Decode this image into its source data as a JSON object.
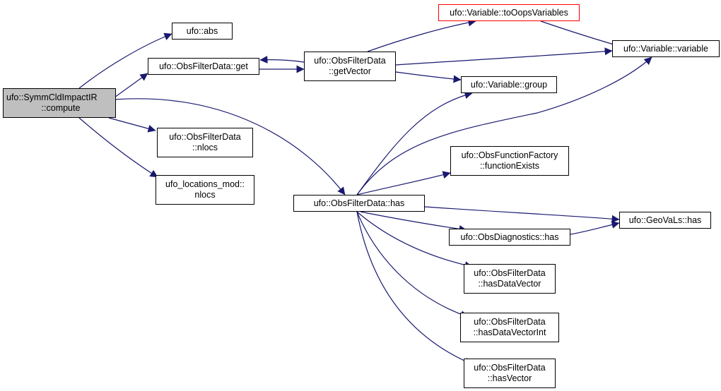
{
  "colors": {
    "edge": "#191970",
    "root_fill": "#bfbfbf",
    "highlight_border": "#ff0000"
  },
  "nodes": [
    {
      "id": "root",
      "lines": [
        "ufo::SymmCldImpactIR",
        "::compute"
      ],
      "style": "root"
    },
    {
      "id": "abs",
      "lines": [
        "ufo::abs"
      ]
    },
    {
      "id": "get",
      "lines": [
        "ufo::ObsFilterData::get"
      ]
    },
    {
      "id": "nlocs",
      "lines": [
        "ufo::ObsFilterData",
        "::nlocs"
      ]
    },
    {
      "id": "locnlocs",
      "lines": [
        "ufo_locations_mod::",
        "nlocs"
      ]
    },
    {
      "id": "getVector",
      "lines": [
        "ufo::ObsFilterData",
        "::getVector"
      ]
    },
    {
      "id": "has",
      "lines": [
        "ufo::ObsFilterData::has"
      ]
    },
    {
      "id": "toOops",
      "lines": [
        "ufo::Variable::toOopsVariables"
      ],
      "style": "red"
    },
    {
      "id": "group",
      "lines": [
        "ufo::Variable::group"
      ]
    },
    {
      "id": "funcExists",
      "lines": [
        "ufo::ObsFunctionFactory",
        "::functionExists"
      ]
    },
    {
      "id": "diagHas",
      "lines": [
        "ufo::ObsDiagnostics::has"
      ]
    },
    {
      "id": "hasDV",
      "lines": [
        "ufo::ObsFilterData",
        "::hasDataVector"
      ]
    },
    {
      "id": "hasDVI",
      "lines": [
        "ufo::ObsFilterData",
        "::hasDataVectorInt"
      ]
    },
    {
      "id": "hasV",
      "lines": [
        "ufo::ObsFilterData",
        "::hasVector"
      ]
    },
    {
      "id": "variable",
      "lines": [
        "ufo::Variable::variable"
      ]
    },
    {
      "id": "geovals",
      "lines": [
        "ufo::GeoVaLs::has"
      ]
    }
  ],
  "edges": [
    [
      "root",
      "abs"
    ],
    [
      "root",
      "get"
    ],
    [
      "root",
      "nlocs"
    ],
    [
      "root",
      "locnlocs"
    ],
    [
      "root",
      "has"
    ],
    [
      "get",
      "getVector"
    ],
    [
      "getVector",
      "get"
    ],
    [
      "getVector",
      "toOops"
    ],
    [
      "getVector",
      "variable"
    ],
    [
      "getVector",
      "group"
    ],
    [
      "toOops",
      "variable"
    ],
    [
      "has",
      "group"
    ],
    [
      "has",
      "variable"
    ],
    [
      "has",
      "funcExists"
    ],
    [
      "has",
      "geovals"
    ],
    [
      "has",
      "diagHas"
    ],
    [
      "has",
      "hasDV"
    ],
    [
      "has",
      "hasDVI"
    ],
    [
      "has",
      "hasV"
    ],
    [
      "diagHas",
      "geovals"
    ]
  ]
}
